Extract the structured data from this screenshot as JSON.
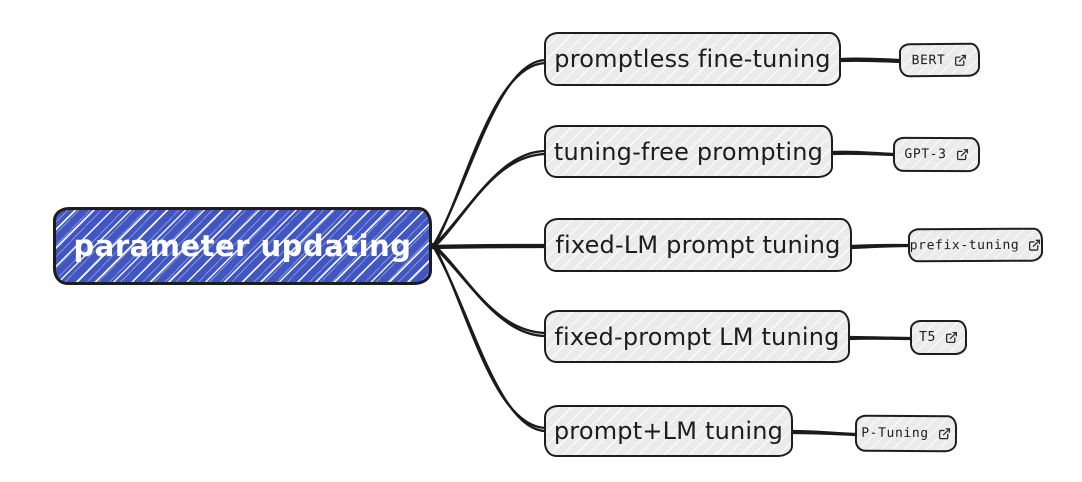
{
  "diagram": {
    "root": {
      "label": "parameter updating"
    },
    "branches": [
      {
        "label": "promptless fine-tuning",
        "leaf": {
          "label": "BERT",
          "icon": "external-link"
        }
      },
      {
        "label": "tuning-free prompting",
        "leaf": {
          "label": "GPT-3",
          "icon": "external-link"
        }
      },
      {
        "label": "fixed-LM prompt tuning",
        "leaf": {
          "label": "prefix-tuning",
          "icon": "external-link"
        }
      },
      {
        "label": "fixed-prompt LM tuning",
        "leaf": {
          "label": "T5",
          "icon": "external-link"
        }
      },
      {
        "label": "prompt+LM tuning",
        "leaf": {
          "label": "P-Tuning",
          "icon": "external-link"
        }
      }
    ],
    "colors": {
      "root_fill": "#4156c0",
      "root_border": "#1d1d1d",
      "root_text": "#ffffff",
      "node_fill": "#ebebeb",
      "node_border": "#1d1d1d",
      "node_text": "#1d1d1d",
      "connector": "#1b1b1b"
    }
  }
}
